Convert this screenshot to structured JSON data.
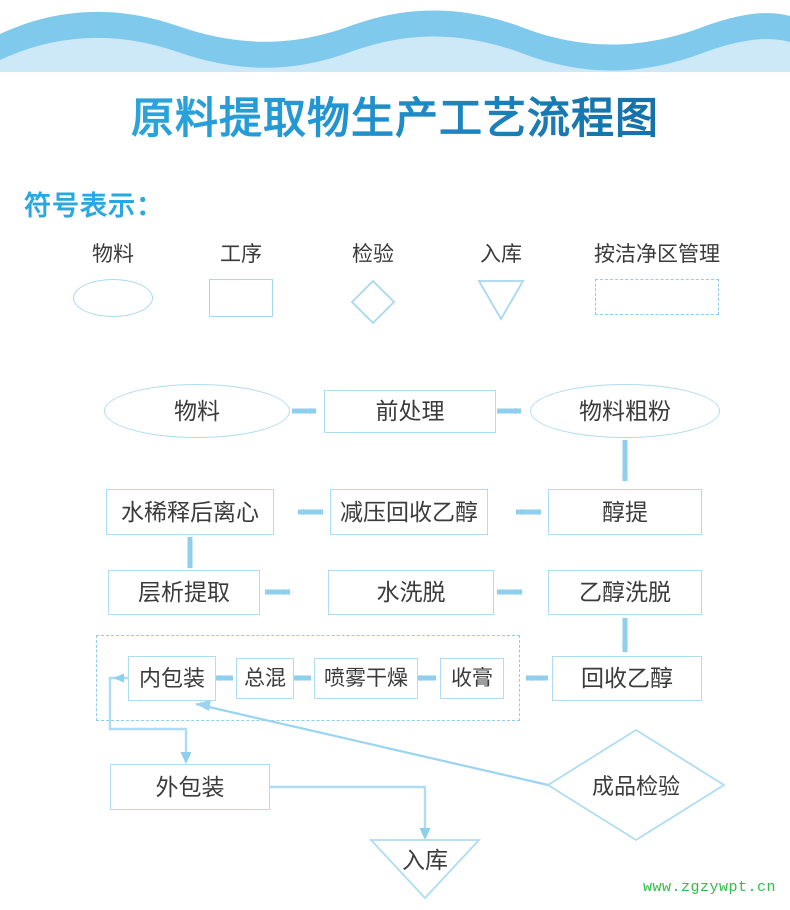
{
  "page": {
    "title": "原料提取物生产工艺流程图",
    "legend_heading": "符号表示：",
    "watermark": "www.zgzywpt.cn"
  },
  "colors": {
    "title_gradient_start": "#31ADE2",
    "title_gradient_end": "#10669E",
    "heading_blue": "#29A8E0",
    "shape_stroke": "#AEDCF2",
    "dashed_stroke": "#8FCDEE",
    "arrow_fill": "#8FCFEE",
    "connector_line": "#AEDCF2",
    "node_text": "#3B3B3B",
    "wave_dark": "#7FC9EC",
    "wave_light": "#CDE9F7",
    "watermark_green": "#2BC04A"
  },
  "legend": {
    "items": [
      {
        "label": "物料",
        "shape": "ellipse",
        "icon": "ellipse-icon"
      },
      {
        "label": "工序",
        "shape": "rectangle",
        "icon": "rectangle-icon"
      },
      {
        "label": "检验",
        "shape": "diamond",
        "icon": "diamond-icon"
      },
      {
        "label": "入库",
        "shape": "triangle-down",
        "icon": "triangle-down-icon"
      },
      {
        "label": "按洁净区管理",
        "shape": "dashed-rectangle",
        "icon": "dashed-rectangle-icon"
      }
    ]
  },
  "flow": {
    "nodes": [
      {
        "id": "n1",
        "label": "物料",
        "shape": "ellipse"
      },
      {
        "id": "n2",
        "label": "前处理",
        "shape": "rectangle"
      },
      {
        "id": "n3",
        "label": "物料粗粉",
        "shape": "ellipse"
      },
      {
        "id": "n4",
        "label": "醇提",
        "shape": "rectangle"
      },
      {
        "id": "n5",
        "label": "减压回收乙醇",
        "shape": "rectangle"
      },
      {
        "id": "n6",
        "label": "水稀释后离心",
        "shape": "rectangle"
      },
      {
        "id": "n7",
        "label": "层析提取",
        "shape": "rectangle"
      },
      {
        "id": "n8",
        "label": "水洗脱",
        "shape": "rectangle"
      },
      {
        "id": "n9",
        "label": "乙醇洗脱",
        "shape": "rectangle"
      },
      {
        "id": "n10",
        "label": "回收乙醇",
        "shape": "rectangle"
      },
      {
        "id": "n11",
        "label": "收膏",
        "shape": "rectangle"
      },
      {
        "id": "n12",
        "label": "喷雾干燥",
        "shape": "rectangle"
      },
      {
        "id": "n13",
        "label": "总混",
        "shape": "rectangle"
      },
      {
        "id": "n14",
        "label": "内包装",
        "shape": "rectangle"
      },
      {
        "id": "n15",
        "label": "外包装",
        "shape": "rectangle"
      },
      {
        "id": "n16",
        "label": "入库",
        "shape": "triangle-down"
      },
      {
        "id": "n17",
        "label": "成品检验",
        "shape": "diamond"
      }
    ],
    "clean_zone_label": "按洁净区管理",
    "edges": [
      {
        "from": "n1",
        "to": "n2",
        "dir": "right"
      },
      {
        "from": "n2",
        "to": "n3",
        "dir": "right"
      },
      {
        "from": "n3",
        "to": "n4",
        "dir": "down"
      },
      {
        "from": "n4",
        "to": "n5",
        "dir": "left"
      },
      {
        "from": "n5",
        "to": "n6",
        "dir": "left"
      },
      {
        "from": "n6",
        "to": "n7",
        "dir": "down"
      },
      {
        "from": "n7",
        "to": "n8",
        "dir": "right"
      },
      {
        "from": "n8",
        "to": "n9",
        "dir": "right"
      },
      {
        "from": "n9",
        "to": "n10",
        "dir": "down"
      },
      {
        "from": "n10",
        "to": "n11",
        "dir": "left"
      },
      {
        "from": "n11",
        "to": "n12",
        "dir": "left"
      },
      {
        "from": "n12",
        "to": "n13",
        "dir": "left"
      },
      {
        "from": "n13",
        "to": "n14",
        "dir": "left"
      },
      {
        "from": "n14",
        "to": "n15",
        "dir": "left-down"
      },
      {
        "from": "n15",
        "to": "n16",
        "dir": "right-down"
      },
      {
        "from": "n17",
        "to": "n14",
        "dir": "diagonal-up-left"
      }
    ]
  }
}
